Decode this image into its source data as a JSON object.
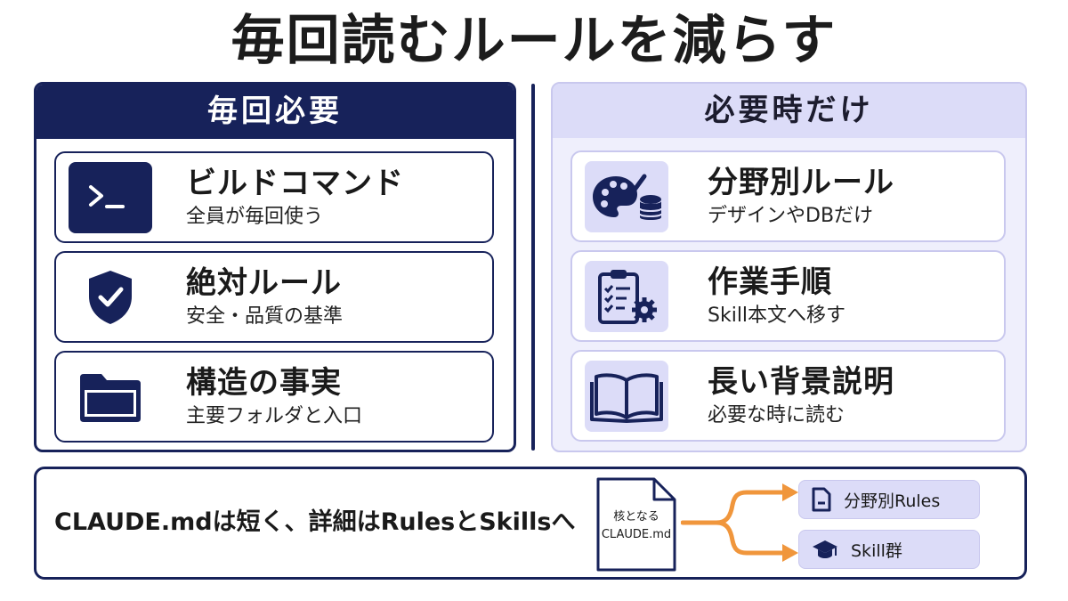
{
  "title": "毎回読むルールを減らす",
  "colors": {
    "navy": "#17225a",
    "lavender": "#dcdcf8",
    "orange": "#f0963c"
  },
  "left_panel": {
    "header": "毎回必要",
    "cards": [
      {
        "icon": "terminal-icon",
        "title": "ビルドコマンド",
        "subtitle": "全員が毎回使う"
      },
      {
        "icon": "shield-check-icon",
        "title": "絶対ルール",
        "subtitle": "安全・品質の基準"
      },
      {
        "icon": "folder-icon",
        "title": "構造の事実",
        "subtitle": "主要フォルダと入口"
      }
    ]
  },
  "right_panel": {
    "header": "必要時だけ",
    "cards": [
      {
        "icon": "palette-database-icon",
        "title": "分野別ルール",
        "subtitle": "デザインやDBだけ"
      },
      {
        "icon": "clipboard-gear-icon",
        "title": "作業手順",
        "subtitle": "Skill本文へ移す"
      },
      {
        "icon": "open-book-icon",
        "title": "長い背景説明",
        "subtitle": "必要な時に読む"
      }
    ]
  },
  "bottom": {
    "statement": "CLAUDE.mdは短く、詳細はRulesとSkillsへ",
    "core_doc": {
      "line1": "核となる",
      "line2": "CLAUDE.md"
    },
    "targets": [
      {
        "icon": "document-icon",
        "label": "分野別Rules"
      },
      {
        "icon": "graduation-cap-icon",
        "label": "Skill群"
      }
    ]
  }
}
